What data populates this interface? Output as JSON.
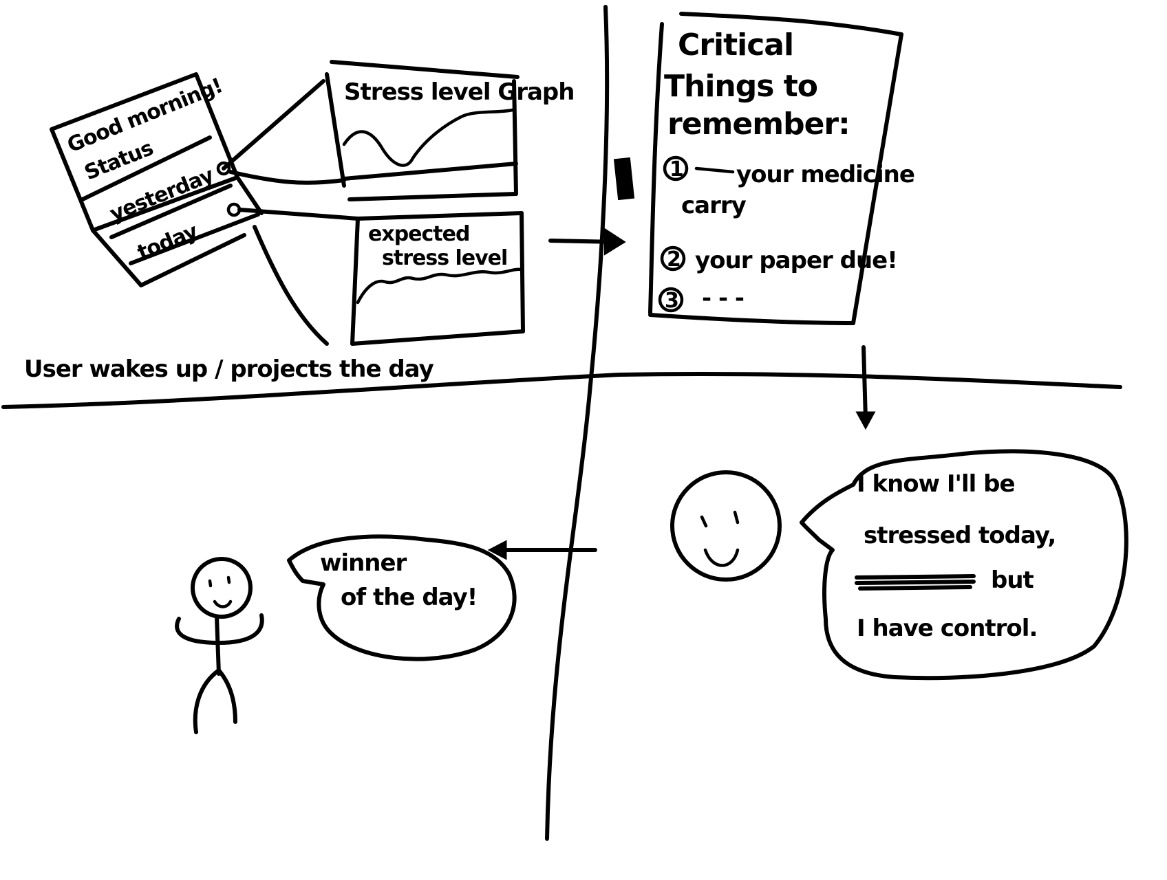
{
  "panel1": {
    "phone_greeting": "Good morning!",
    "phone_status": "Status",
    "phone_yesterday": "yesterday",
    "phone_today": "today",
    "graph1_title": "Stress level Graph",
    "graph2_title_line1": "expected",
    "graph2_title_line2": "stress level",
    "caption": "User wakes up / projects the day"
  },
  "panel2": {
    "title_line1": "Critical",
    "title_line2": "Things to",
    "title_line3": "remember:",
    "item1_marker": "1",
    "item1_line1": "your medicine",
    "item1_line2": "carry",
    "item2_marker": "2",
    "item2_text": "your paper due!",
    "item3_marker": "3",
    "item3_text": "- - -"
  },
  "panel3": {
    "bubble_line1": "winner",
    "bubble_line2": "of the day!"
  },
  "panel4": {
    "bubble_line1": "I know I'll be",
    "bubble_line2": "stressed today,",
    "bubble_line3": "but",
    "bubble_line4": "I have control."
  }
}
